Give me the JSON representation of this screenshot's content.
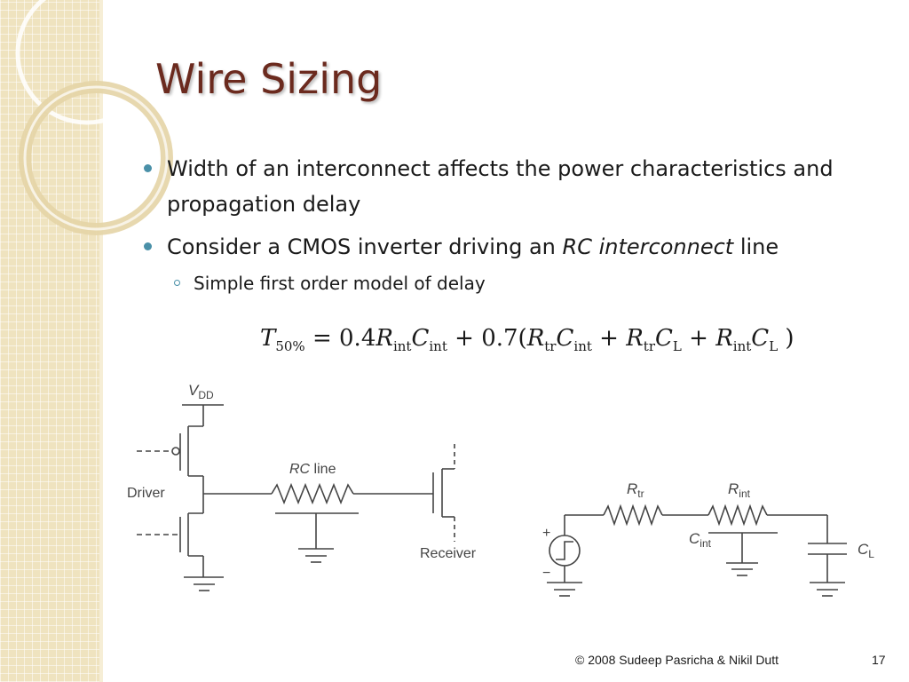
{
  "slide": {
    "title": "Wire Sizing",
    "bullets": [
      {
        "text": "Width of an interconnect affects the power characteristics and propagation delay"
      },
      {
        "prefix": "Consider a CMOS inverter driving an ",
        "emph": "RC interconnect",
        "suffix": " line"
      }
    ],
    "sub_bullet": "Simple first order model of delay",
    "equation": {
      "lhs": "T",
      "lhs_sub": "50%",
      "coef1": "0.4",
      "coef2": "0.7"
    },
    "circuit_left": {
      "vdd": "V",
      "vdd_sub": "DD",
      "driver": "Driver",
      "rc_italic": "RC",
      "rc_rest": " line",
      "receiver": "Receiver"
    },
    "circuit_right": {
      "r_tr": "R",
      "r_tr_sub": "tr",
      "r_int": "R",
      "r_int_sub": "int",
      "c_int": "C",
      "c_int_sub": "int",
      "c_l": "C",
      "c_l_sub": "L",
      "plus": "+",
      "minus": "−"
    },
    "footer": "© 2008 Sudeep Pasricha  & Nikil Dutt",
    "page_number": "17"
  },
  "colors": {
    "title": "#6b2a1e",
    "bullet": "#4a90a8",
    "sidebar": "#efe3bf"
  }
}
